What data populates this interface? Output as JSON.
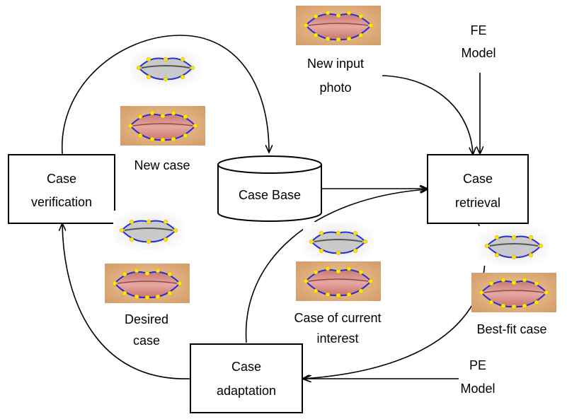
{
  "nodes": {
    "case_verification": [
      "Case",
      "verification"
    ],
    "case_base": [
      "Case Base"
    ],
    "case_retrieval": [
      "Case",
      "retrieval"
    ],
    "case_adaptation": [
      "Case",
      "adaptation"
    ]
  },
  "labels": {
    "new_case": [
      "New case"
    ],
    "new_input_photo": [
      "New input",
      "photo"
    ],
    "fe_model": [
      "FE",
      "Model"
    ],
    "pe_model": [
      "PE",
      "Model"
    ],
    "desired_case": [
      "Desired",
      "case"
    ],
    "case_of_current_interest": [
      "Case of current",
      "interest"
    ],
    "best_fit_case": [
      "Best-fit case"
    ]
  },
  "colors": {
    "landmark_point": "#ffe600",
    "landmark_line": "#2a2fd6",
    "skin": "#e3b585",
    "lip": "#d88c86",
    "line": "#000000"
  },
  "icons": {
    "photo": "lip-photo-with-landmarks-icon",
    "model": "lip-3d-model-with-landmarks-icon"
  }
}
